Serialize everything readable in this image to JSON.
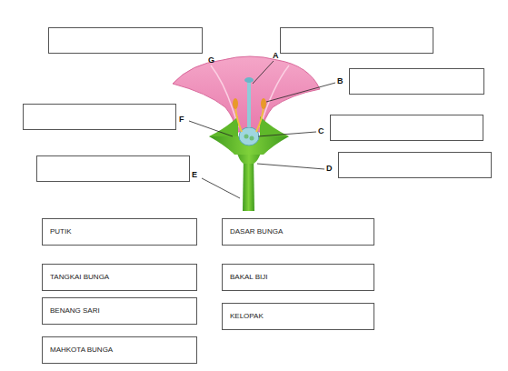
{
  "diagram": {
    "nodes": [
      {
        "text": [
          "PUTIK"
        ]
      },
      {
        "text": [
          "DASAR BUNGA"
        ]
      },
      {
        "text": [
          "TANGKAI BUNGA"
        ]
      },
      {
        "text": [
          "BAKAL BIJI"
        ]
      },
      {
        "text": [
          "BENANG SARI"
        ]
      },
      {
        "text": [
          "KELOPAK"
        ]
      },
      {
        "text": [
          "MAHKOTA BUNGA"
        ]
      }
    ],
    "labels": [
      "G",
      "A",
      "B",
      "F",
      "C",
      "D",
      "E"
    ]
  }
}
